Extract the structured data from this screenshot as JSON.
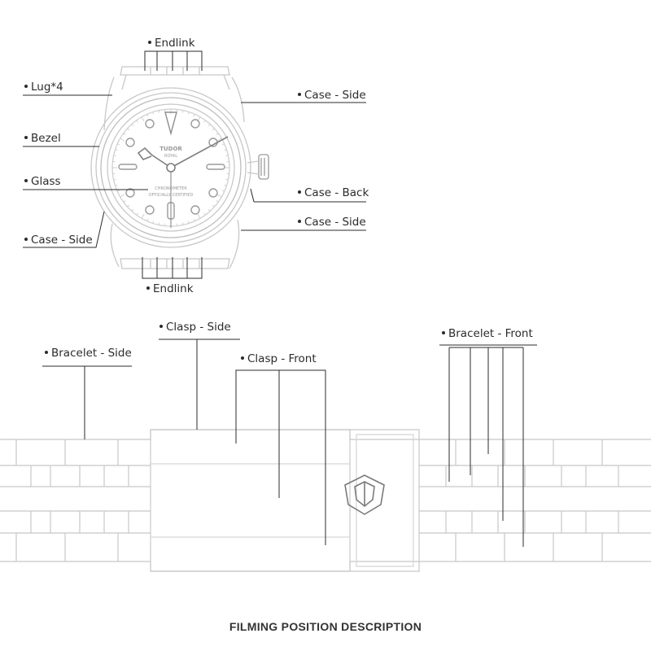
{
  "watch_labels": {
    "endlink_top": "Endlink",
    "lug": "Lug*4",
    "bezel": "Bezel",
    "glass": "Glass",
    "case_side_left": "Case - Side",
    "endlink_bottom": "Endlink",
    "case_side_top_right": "Case - Side",
    "case_back": "Case - Back",
    "case_side_bottom_right": "Case - Side"
  },
  "bracelet_labels": {
    "bracelet_side": "Bracelet - Side",
    "clasp_side": "Clasp - Side",
    "clasp_front": "Clasp - Front",
    "bracelet_front": "Bracelet - Front"
  },
  "dial_text": {
    "brand": "TUDOR",
    "model": "ROYAL",
    "line1": "CHRONOMETER",
    "line2": "OFFICIALLY CERTIFIED"
  },
  "footer": {
    "title": "FILMING POSITION DESCRIPTION"
  },
  "colors": {
    "line": "#2b2b2b",
    "sketch": "#c9c9c9",
    "sketch_dark": "#9a9a9a"
  }
}
